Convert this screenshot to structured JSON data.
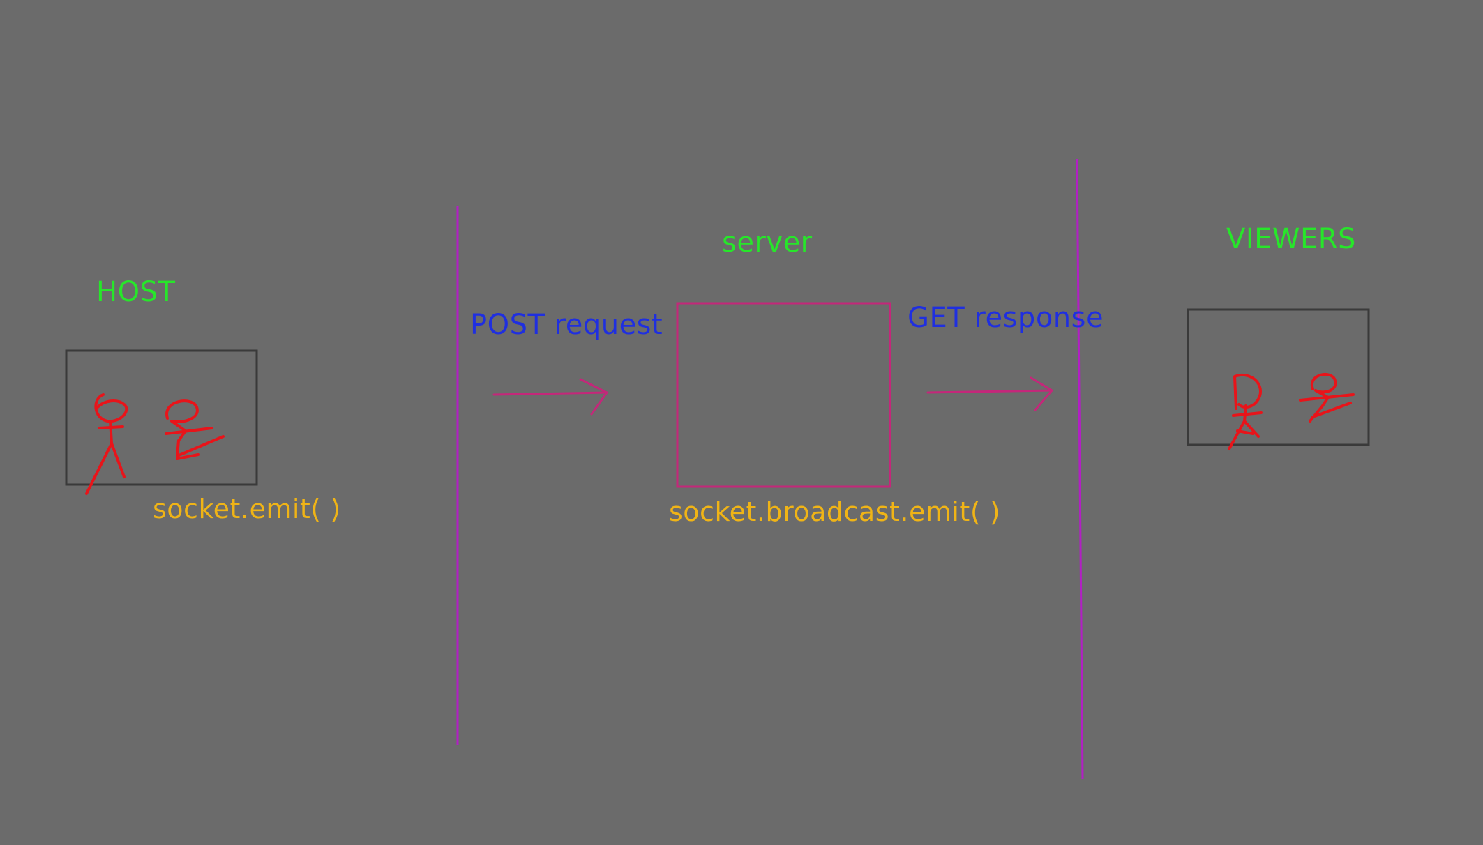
{
  "labels": {
    "host": "HOST",
    "server": "server",
    "viewers": "VIEWERS",
    "post_request": "POST request",
    "get_response": "GET response",
    "socket_emit": "socket.emit( )",
    "socket_broadcast_emit": "socket.broadcast.emit( )"
  },
  "colors": {
    "background": "#6b6b6b",
    "title_green": "#27e62a",
    "http_blue": "#1f2fe0",
    "code_gold": "#f0b416",
    "divider_purple": "#b21fc4",
    "server_box_magenta": "#c4277a",
    "arrow_magenta": "#c4277a",
    "figure_red": "#e8141a",
    "frame_dark": "#3a3a3a"
  },
  "icons": {
    "host_figures": "stick-figures-icon",
    "viewer_figures": "stick-figures-icon",
    "post_arrow": "arrow-right-icon",
    "get_arrow": "arrow-right-icon"
  }
}
